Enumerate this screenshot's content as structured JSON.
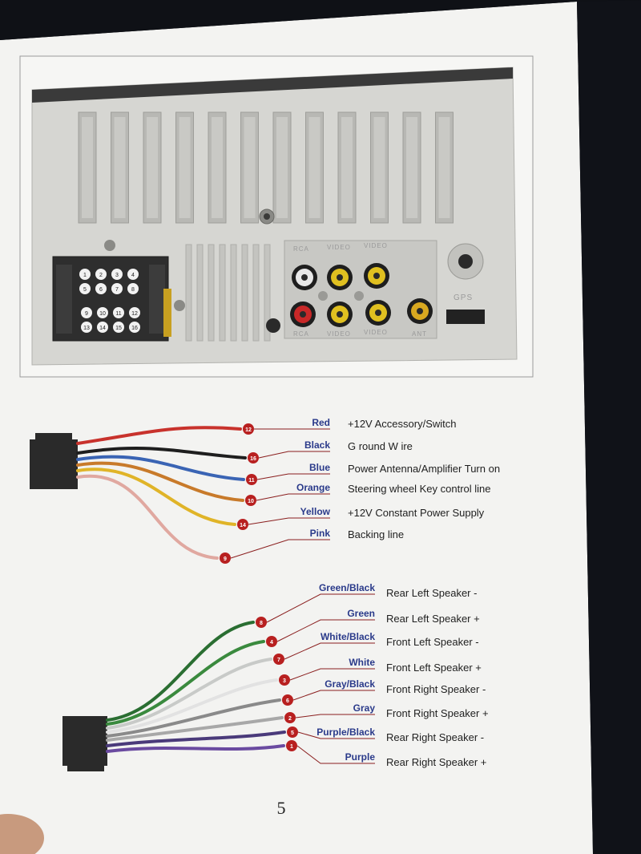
{
  "page_number": "5",
  "connector_pins": [
    "1",
    "2",
    "3",
    "4",
    "5",
    "6",
    "7",
    "8",
    "9",
    "10",
    "11",
    "12",
    "13",
    "14",
    "15",
    "16"
  ],
  "port_labels": {
    "top": [
      "RCA",
      "VIDEO",
      "VIDEO"
    ],
    "bottom": [
      "RCA",
      "VIDEO",
      "VIDEO"
    ],
    "gps": "GPS",
    "ant": "ANT"
  },
  "power_wires": [
    {
      "pin": "12",
      "color_name": "Red",
      "function": "+12V Accessory/Switch",
      "hex": "#c8322c"
    },
    {
      "pin": "16",
      "color_name": "Black",
      "function": "G round W ire",
      "hex": "#1e1e1e"
    },
    {
      "pin": "11",
      "color_name": "Blue",
      "function": "Power Antenna/Amplifier Turn on",
      "hex": "#3a64b4"
    },
    {
      "pin": "10",
      "color_name": "Orange",
      "function": "Steering wheel Key control line",
      "hex": "#c87a2a"
    },
    {
      "pin": "14",
      "color_name": "Yellow",
      "function": "+12V Constant Power Supply",
      "hex": "#e0b428"
    },
    {
      "pin": "9",
      "color_name": "Pink",
      "function": "Backing line",
      "hex": "#e0a8a0"
    }
  ],
  "speaker_wires": [
    {
      "pin": "8",
      "color_name": "Green/Black",
      "function": "Rear Left Speaker -",
      "hex": "#2a6e32"
    },
    {
      "pin": "4",
      "color_name": "Green",
      "function": "Rear Left Speaker +",
      "hex": "#3a8a3e"
    },
    {
      "pin": "7",
      "color_name": "White/Black",
      "function": "Front Left Speaker -",
      "hex": "#c8cac8"
    },
    {
      "pin": "3",
      "color_name": "White",
      "function": "Front Left Speaker +",
      "hex": "#e2e2e2"
    },
    {
      "pin": "6",
      "color_name": "Gray/Black",
      "function": "Front Right Speaker -",
      "hex": "#8a8a8a"
    },
    {
      "pin": "2",
      "color_name": "Gray",
      "function": "Front Right Speaker +",
      "hex": "#a8a8a8"
    },
    {
      "pin": "5",
      "color_name": "Purple/Black",
      "function": "Rear Right Speaker -",
      "hex": "#4a3a7a"
    },
    {
      "pin": "1",
      "color_name": "Purple",
      "function": "Rear Right Speaker +",
      "hex": "#6a4aa0"
    }
  ]
}
